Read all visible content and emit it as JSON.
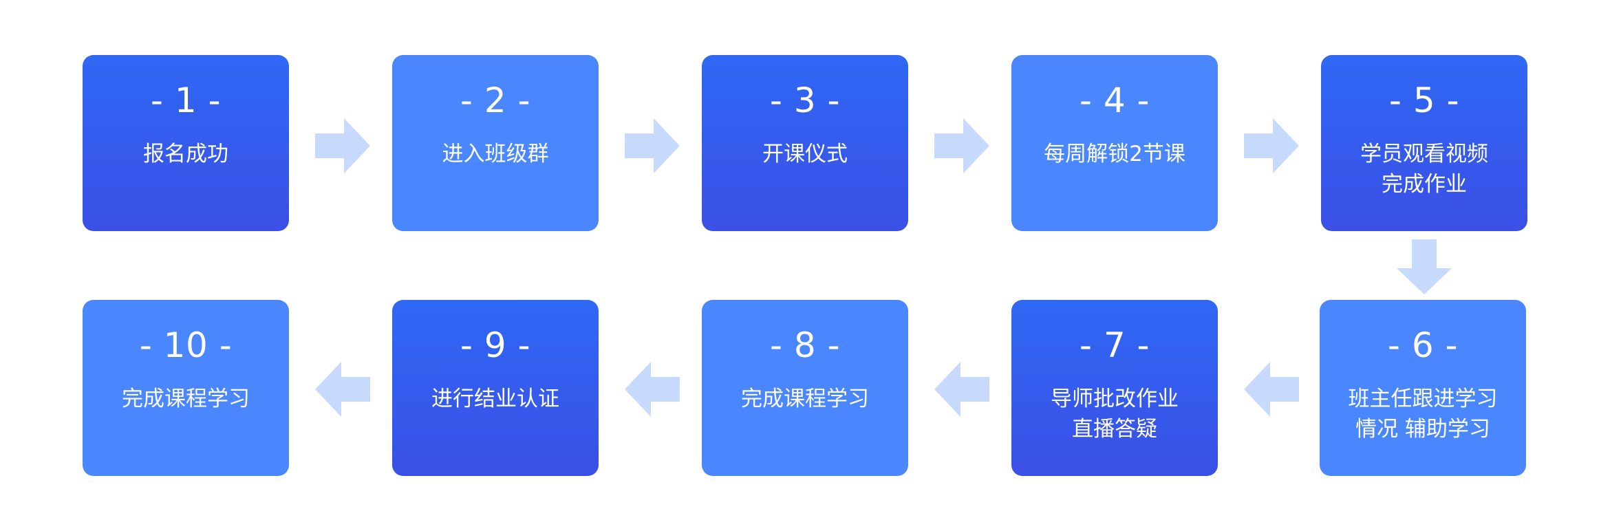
{
  "steps": [
    {
      "num": "- 1 -",
      "label": "报名成功"
    },
    {
      "num": "- 2 -",
      "label": "进入班级群"
    },
    {
      "num": "- 3 -",
      "label": "开课仪式"
    },
    {
      "num": "- 4 -",
      "label": "每周解锁2节课"
    },
    {
      "num": "- 5 -",
      "label": "学员观看视频\n完成作业"
    },
    {
      "num": "- 6 -",
      "label": "班主任跟进学习\n情况  辅助学习"
    },
    {
      "num": "- 7 -",
      "label": "导师批改作业\n直播答疑"
    },
    {
      "num": "- 8 -",
      "label": "完成课程学习"
    },
    {
      "num": "- 9 -",
      "label": "进行结业认证"
    },
    {
      "num": "- 10 -",
      "label": "完成课程学习"
    }
  ],
  "colors": {
    "box_dark_top": "#2f68f4",
    "box_dark_bottom": "#3a4fe6",
    "box_light": "#4a86fd",
    "arrow": "#c7dafd"
  }
}
